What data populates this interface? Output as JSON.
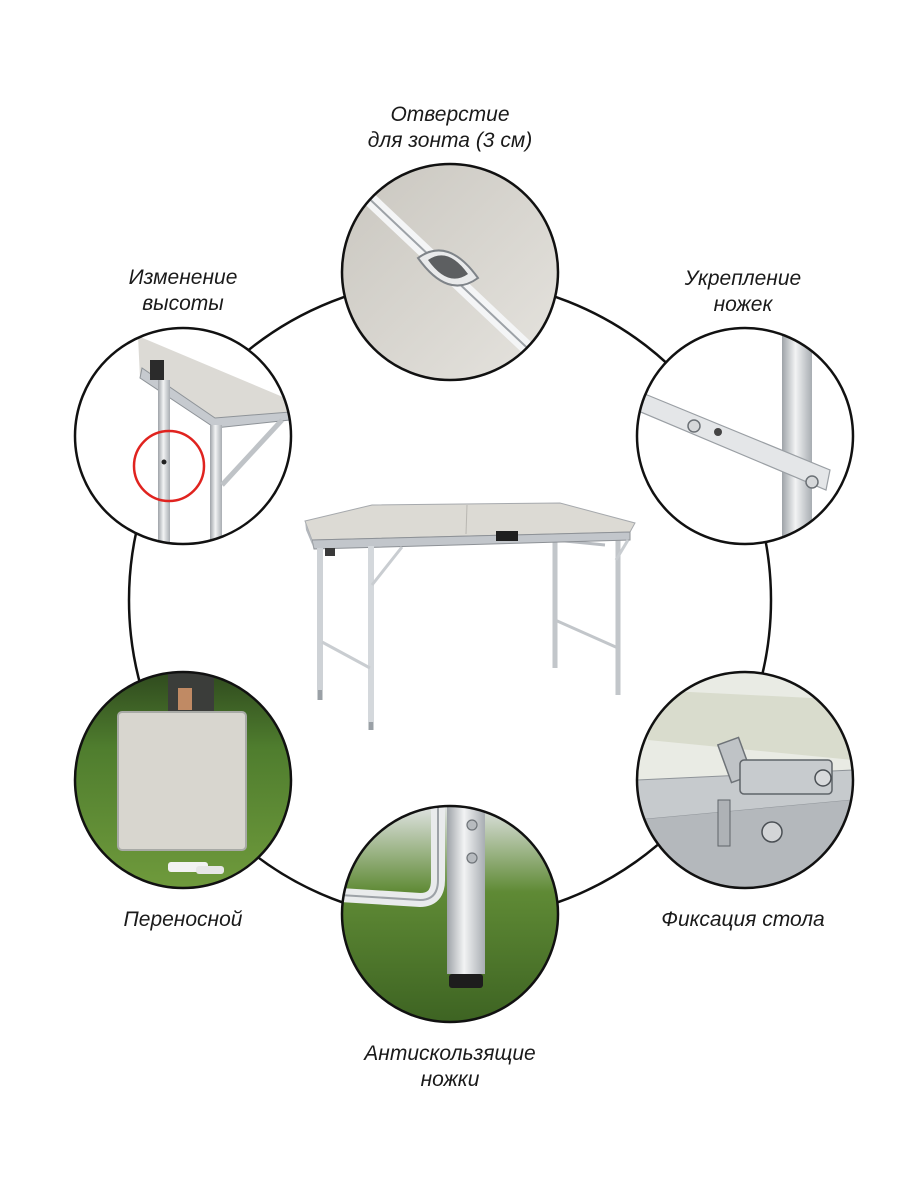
{
  "features": {
    "umbrella": {
      "line1": "Отверстие",
      "line2": "для зонта (3 см)"
    },
    "height": {
      "line1": "Изменение",
      "line2": "высоты"
    },
    "legs": {
      "line1": "Укрепление",
      "line2": "ножек"
    },
    "portable": {
      "text": "Переносной"
    },
    "lock": {
      "text": "Фиксация стола"
    },
    "antislip": {
      "line1": "Антискользящие",
      "line2": "ножки"
    }
  },
  "colors": {
    "ring": "#111111",
    "highlight_circle": "#e0231f",
    "tabletop": "#d9d7d1",
    "aluminium": "#c9cdd2",
    "grass": "#4f7d2e"
  },
  "icons": {
    "umbrella_hole": "umbrella-hole-photo",
    "height": "height-adjust-photo",
    "legs": "leg-brace-photo",
    "portable": "carried-table-photo",
    "lock": "table-lock-photo",
    "antislip": "anti-slip-foot-photo"
  }
}
